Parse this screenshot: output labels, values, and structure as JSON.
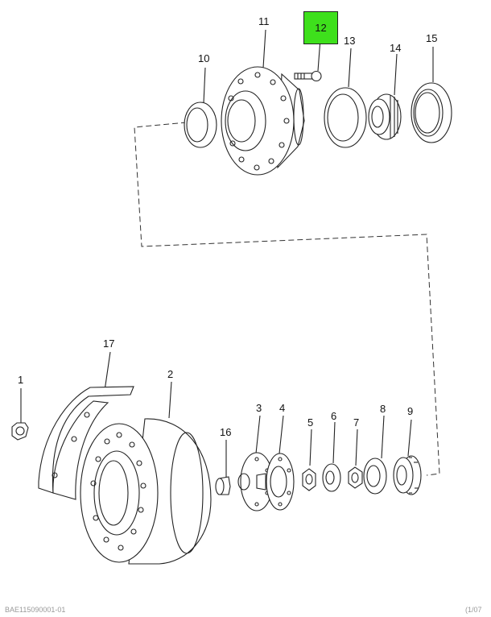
{
  "callouts": {
    "c1": "1",
    "c2": "2",
    "c3": "3",
    "c4": "4",
    "c5": "5",
    "c6": "6",
    "c7": "7",
    "c8": "8",
    "c9": "9",
    "c10": "10",
    "c11": "11",
    "c12": "12",
    "c13": "13",
    "c14": "14",
    "c15": "15",
    "c16": "16",
    "c17": "17"
  },
  "highlight_color": "#3ee01c",
  "footer": {
    "left": "BAE115090001-01",
    "right": "(1/07"
  }
}
